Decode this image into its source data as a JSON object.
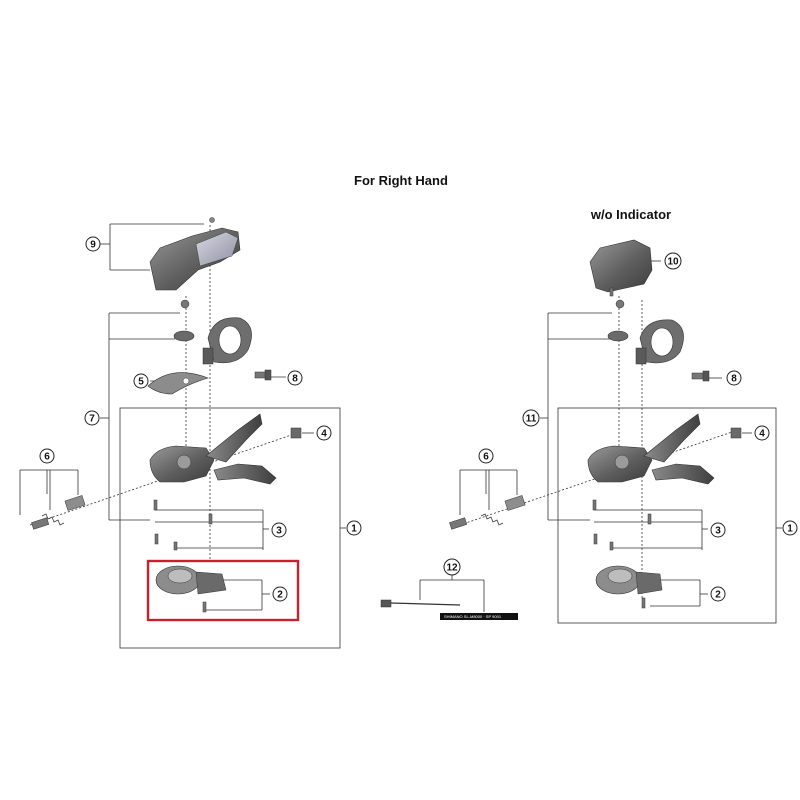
{
  "title": "For Right Hand",
  "subtitle": "w/o Indicator",
  "callouts": {
    "c1": "1",
    "c2": "2",
    "c3": "3",
    "c4": "4",
    "c5": "5",
    "c6": "6",
    "c7": "7",
    "c8": "8",
    "c9": "9",
    "c10": "10",
    "c11": "11",
    "c12": "12"
  },
  "cable_print": "SHIMANO SL-M8000 · SP 9001",
  "highlight_color": "#c8202f",
  "line_color": "#333333",
  "part_color": "#6f6f6f"
}
